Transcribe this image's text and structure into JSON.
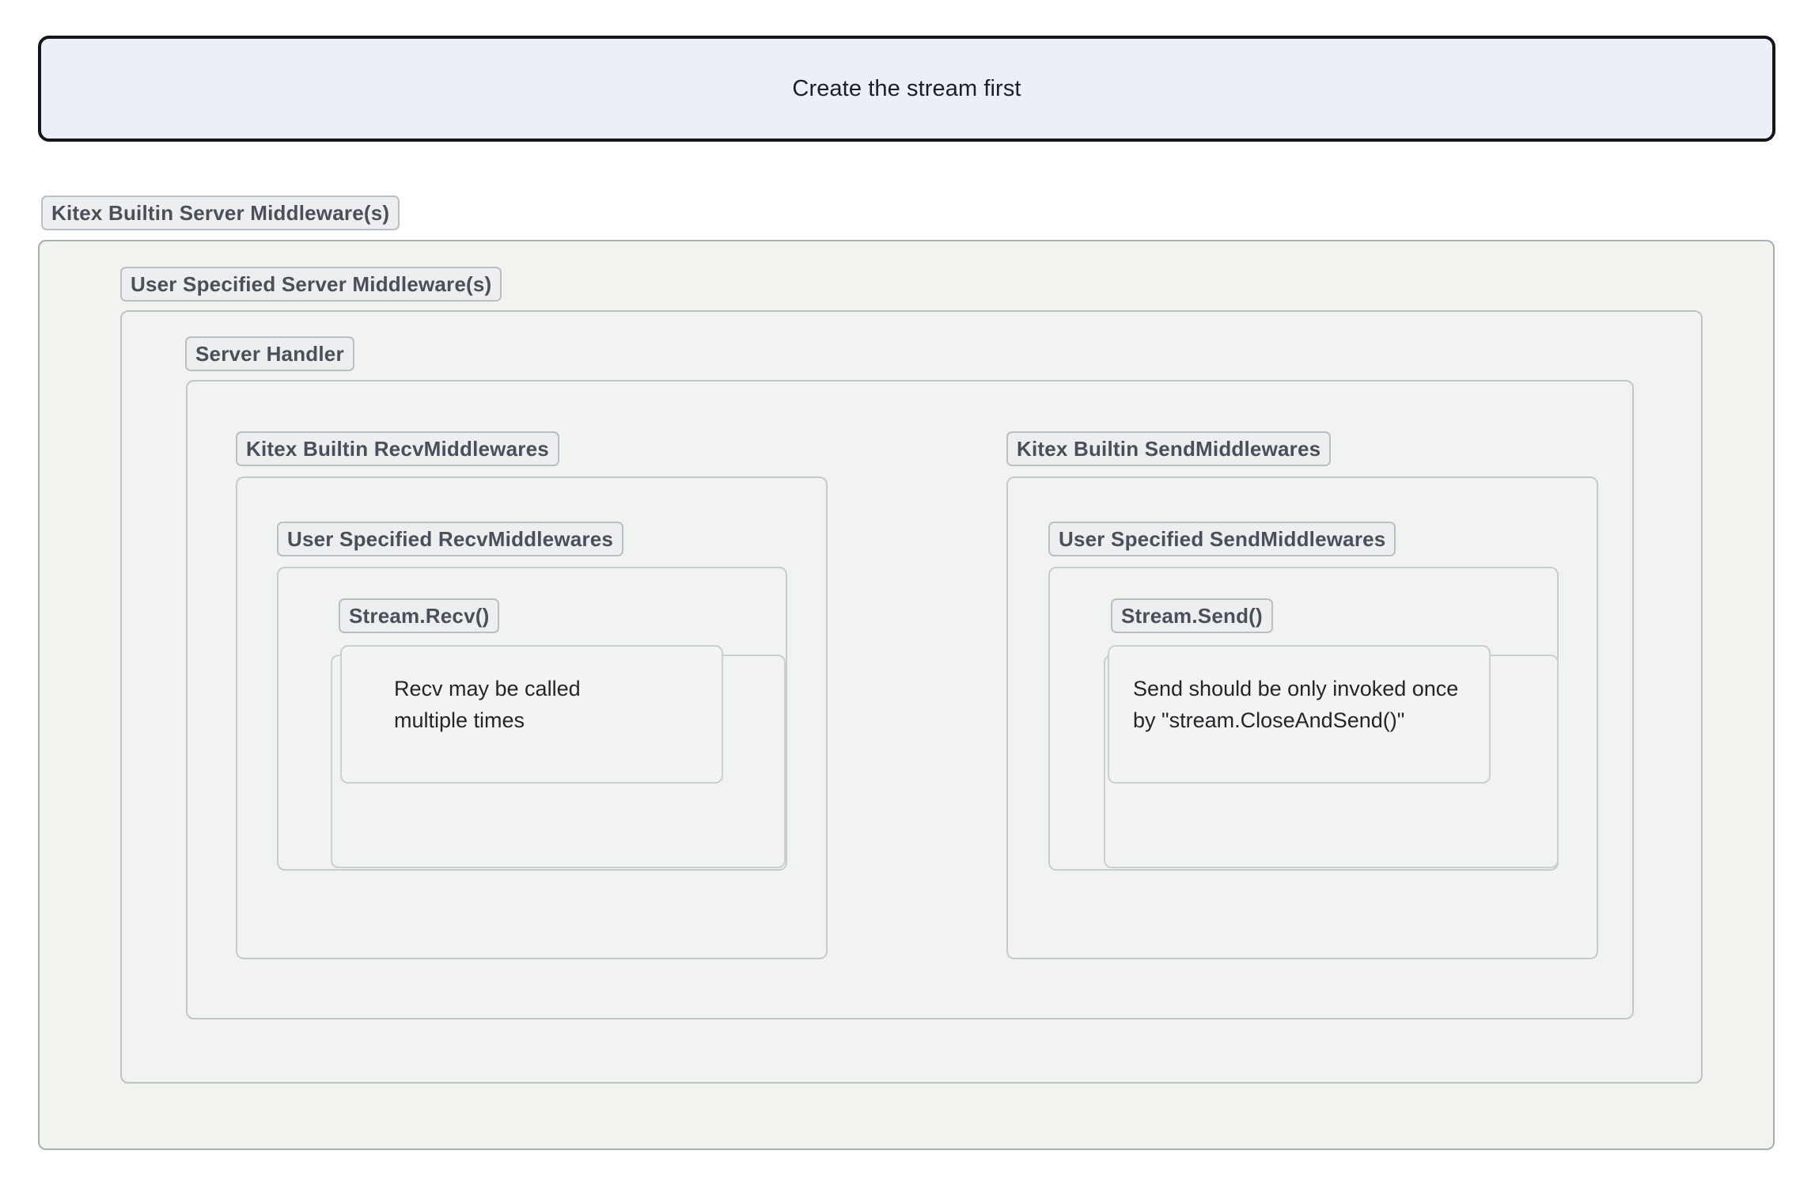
{
  "banner": {
    "text": "Create the stream first",
    "bg_color": "#eaeff8",
    "border_color": "#14161a"
  },
  "labels": {
    "kitex_builtin_server_mw": "Kitex Builtin Server Middleware(s)",
    "user_specified_server_mw": "User Specified Server Middleware(s)",
    "server_handler": "Server Handler",
    "kitex_builtin_recv_mw": "Kitex Builtin RecvMiddlewares",
    "kitex_builtin_send_mw": "Kitex Builtin SendMiddlewares",
    "user_specified_recv_mw": "User Specified RecvMiddlewares",
    "user_specified_send_mw": "User Specified SendMiddlewares",
    "stream_recv": "Stream.Recv()",
    "stream_send": "Stream.Send()"
  },
  "notes": {
    "recv": "Recv may be called\nmultiple times",
    "send": "Send should be only invoked once\nby \"stream.CloseAndSend()\""
  },
  "colors": {
    "pill_bg": "#eceef0",
    "pill_border": "#b9c0c5",
    "pill_text": "#4a5059",
    "group_bg": "#f1f3f1",
    "group_border": "#c0c7cb",
    "note_bg": "#f2f4f2",
    "note_text": "#22262b"
  }
}
